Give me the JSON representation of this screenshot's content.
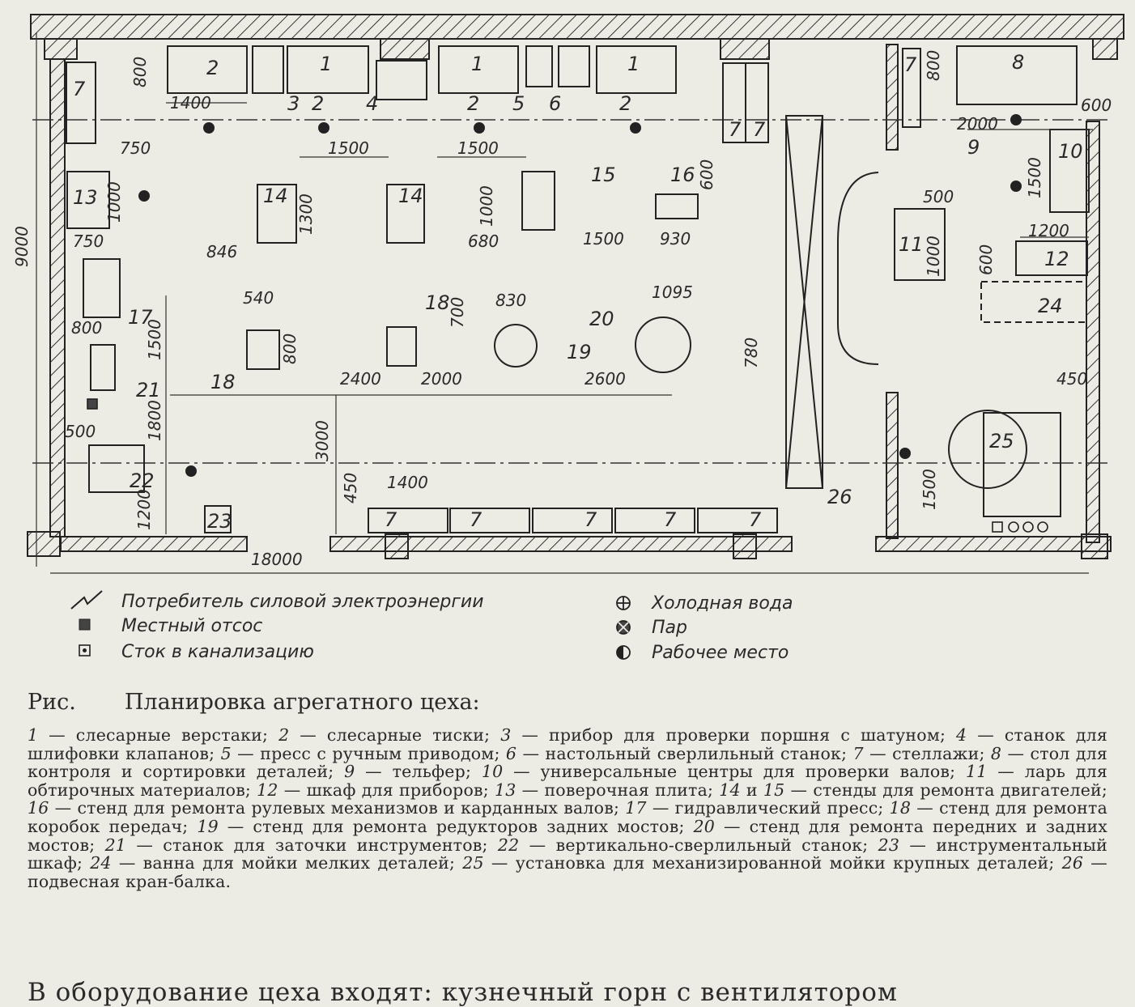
{
  "plan": {
    "overall_width": "18000",
    "overall_depth": "9000",
    "equipment_labels": {
      "e1a": "1",
      "e1b": "1",
      "e1c": "1",
      "e2a": "2",
      "e2b": "2",
      "e2c": "2",
      "e2d": "2",
      "e3": "3",
      "e4": "4",
      "e5": "5",
      "e6": "6",
      "e7a": "7",
      "e7b": "7",
      "e7c": "7",
      "e7d": "7",
      "e7e": "7",
      "e7f": "7",
      "e7g": "7",
      "e7h": "7",
      "e7i": "7",
      "e8": "8",
      "e9": "9",
      "e10": "10",
      "e11": "11",
      "e12": "12",
      "e13": "13",
      "e14a": "14",
      "e14b": "14",
      "e15": "15",
      "e16": "16",
      "e17": "17",
      "e18a": "18",
      "e18b": "18",
      "e19": "19",
      "e20": "20",
      "e21": "21",
      "e22": "22",
      "e23": "23",
      "e24": "24",
      "e25": "25",
      "e26": "26"
    },
    "dimensions": {
      "d800a": "800",
      "d1400a": "1400",
      "d750a": "750",
      "d1000a": "1000",
      "d750b": "750",
      "d1500a": "1500",
      "d1500b": "1500",
      "d1300": "1300",
      "d846": "846",
      "d1000b": "1000",
      "d680": "680",
      "d1500c": "1500",
      "d600a": "600",
      "d930": "930",
      "d540": "540",
      "d800b": "800",
      "d700": "700",
      "d830": "830",
      "d1095": "1095",
      "d780": "780",
      "d800c": "800",
      "d1500d": "1500",
      "d1800": "1800",
      "d500a": "500",
      "d1200a": "1200",
      "d2400": "2400",
      "d2000a": "2000",
      "d2600": "2600",
      "d3000": "3000",
      "d450a": "450",
      "d1400b": "1400",
      "d800d": "800",
      "d600b": "600",
      "d2000b": "2000",
      "d1500e": "1500",
      "d500b": "500",
      "d1000c": "1000",
      "d600c": "600",
      "d1200b": "1200",
      "d450b": "450",
      "d1500f": "1500"
    }
  },
  "legend": {
    "power": "Потребитель силовой электроэнергии",
    "exhaust": "Местный отсос",
    "drain": "Сток в канализацию",
    "cold_water": "Холодная вода",
    "steam": "Пар",
    "workplace": "Рабочее место"
  },
  "caption": {
    "prefix": "Рис.",
    "title": "Планировка агрегатного цеха:"
  },
  "description": [
    {
      "n": "1",
      "t": " — слесарные верстаки; "
    },
    {
      "n": "2",
      "t": " — слесарные тиски; "
    },
    {
      "n": "3",
      "t": " — прибор для проверки поршня с шатуном; "
    },
    {
      "n": "4",
      "t": " — станок для шлифовки клапанов; "
    },
    {
      "n": "5",
      "t": " — пресс с ручным приводом; "
    },
    {
      "n": "6",
      "t": " — настольный сверлильный станок; "
    },
    {
      "n": "7",
      "t": " — стеллажи; "
    },
    {
      "n": "8",
      "t": " — стол для контроля и сортировки деталей; "
    },
    {
      "n": "9",
      "t": " — тельфер; "
    },
    {
      "n": "10",
      "t": " — универсальные центры для проверки валов; "
    },
    {
      "n": "11",
      "t": " — ларь для обтирочных материалов; "
    },
    {
      "n": "12",
      "t": " — шкаф для приборов; "
    },
    {
      "n": "13",
      "t": " — поверочная плита; "
    },
    {
      "n": "14",
      "t": " и "
    },
    {
      "n": "15",
      "t": " — стенды для ремонта двигателей; "
    },
    {
      "n": "16",
      "t": " — стенд для ремонта рулевых механизмов и карданных валов; "
    },
    {
      "n": "17",
      "t": " — гидравлический пресс; "
    },
    {
      "n": "18",
      "t": " — стенд для ремонта коробок передач; "
    },
    {
      "n": "19",
      "t": " — стенд для ремонта редукторов задних мостов; "
    },
    {
      "n": "20",
      "t": " — стенд для ремонта передних и задних мостов; "
    },
    {
      "n": "21",
      "t": " — станок для заточки инструментов; "
    },
    {
      "n": "22",
      "t": " — вертикально-сверлильный станок; "
    },
    {
      "n": "23",
      "t": " — инструментальный шкаф; "
    },
    {
      "n": "24",
      "t": " — ванна для мойки мелких деталей; "
    },
    {
      "n": "25",
      "t": " — установка для механизированной мойки крупных деталей; "
    },
    {
      "n": "26",
      "t": " — подвесная кран-балка."
    }
  ],
  "body_text": "В оборудование цеха входят: кузнечный горн с вентилятором"
}
